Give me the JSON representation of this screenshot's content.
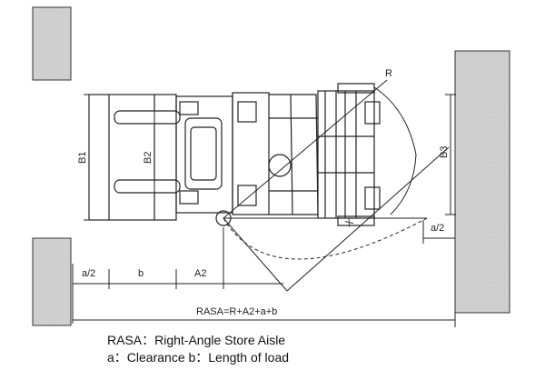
{
  "dimensions": {
    "rasa_formula": "RASA=R+A2+a+b",
    "a_half_left": "a/2",
    "b": "b",
    "a2": "A2",
    "b1": "B1",
    "b2": "B2",
    "b3": "B3",
    "a_half_right": "a/2",
    "r": "R",
    "x": "X"
  },
  "caption": {
    "line1": "RASA：Right-Angle Store Aisle",
    "line2": "a：Clearance  b：Length of load"
  }
}
